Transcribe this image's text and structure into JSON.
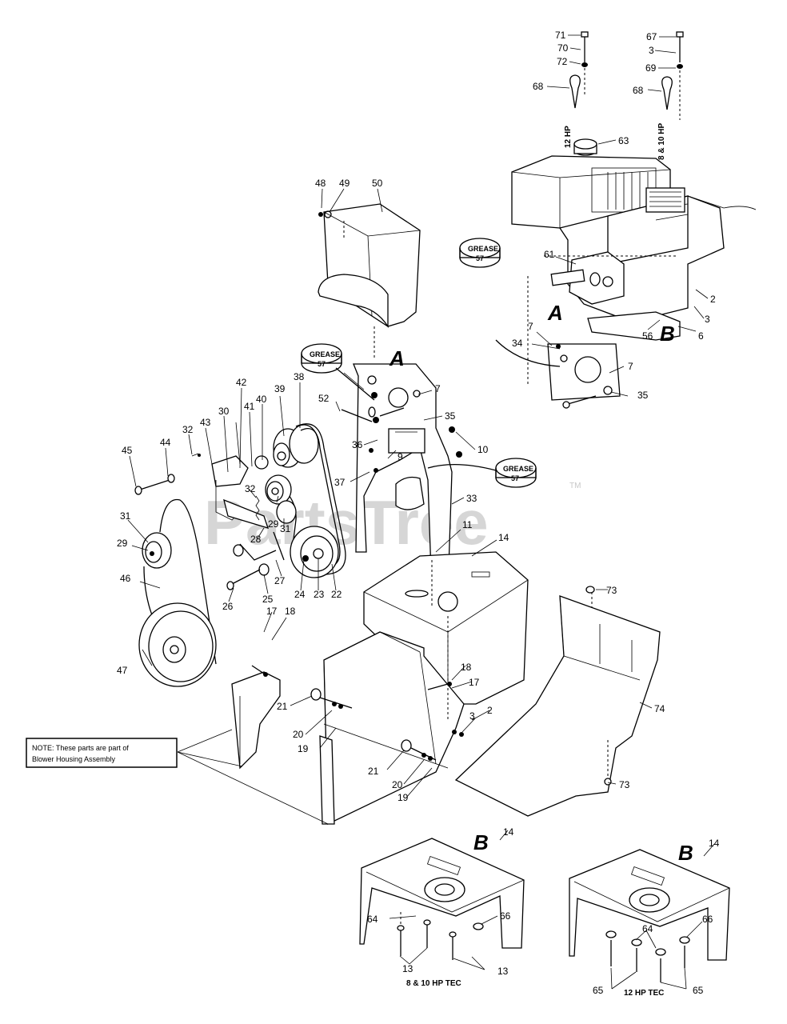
{
  "watermark": "PartsTree",
  "trademark": "TM",
  "section_letters": {
    "a_main": "A",
    "a_engine": "A",
    "b_engine": "B",
    "b_left": "B",
    "b_right": "B"
  },
  "grease_labels": {
    "g1_word": "GREASE",
    "g1_num": "57",
    "g2_word": "GREASE",
    "g2_num": "57",
    "g3_word": "GREASE",
    "g3_num": "57"
  },
  "engine_hp": {
    "left": "12 HP",
    "right": "8 & 10 HP"
  },
  "captions": {
    "left": "8 & 10 HP TEC",
    "right": "12 HP TEC"
  },
  "note": {
    "line1": "NOTE: These parts are part of",
    "line2": "Blower Housing Assembly"
  },
  "parts": {
    "p71": "71",
    "p70": "70",
    "p72": "72",
    "p67": "67",
    "p3a": "3",
    "p69": "69",
    "p68a": "68",
    "p68b": "68",
    "p63": "63",
    "p61": "61",
    "p2a": "2",
    "p3b": "3",
    "p56": "56",
    "p6": "6",
    "p7a": "7",
    "p34": "34",
    "p7b": "7",
    "p35a": "35",
    "p48": "48",
    "p49": "49",
    "p50": "50",
    "p7c": "7",
    "p52": "52",
    "p35b": "35",
    "p10": "10",
    "p36": "36",
    "p9": "9",
    "p37": "37",
    "p33": "33",
    "p11": "11",
    "p14a": "14",
    "p42": "42",
    "p30": "30",
    "p41": "41",
    "p40": "40",
    "p39": "39",
    "p38": "38",
    "p32a": "32",
    "p43": "43",
    "p44": "44",
    "p45": "45",
    "p32b": "32",
    "p29a": "29",
    "p31a": "31",
    "p28": "28",
    "p31b": "31",
    "p29b": "29",
    "p46": "46",
    "p27": "27",
    "p24": "24",
    "p23": "23",
    "p22": "22",
    "p26": "26",
    "p25": "25",
    "p47": "47",
    "p17a": "17",
    "p18a": "18",
    "p73a": "73",
    "p74": "74",
    "p73b": "73",
    "p18b": "18",
    "p17b": "17",
    "p3c": "3",
    "p2b": "2",
    "p21a": "21",
    "p20a": "20",
    "p19a": "19",
    "p21b": "21",
    "p20b": "20",
    "p19b": "19",
    "p14b": "14",
    "p64a": "64",
    "p66a": "66",
    "p13a": "13",
    "p13b": "13",
    "p14c": "14",
    "p66b": "66",
    "p64b": "64",
    "p65a": "65",
    "p65b": "65"
  }
}
